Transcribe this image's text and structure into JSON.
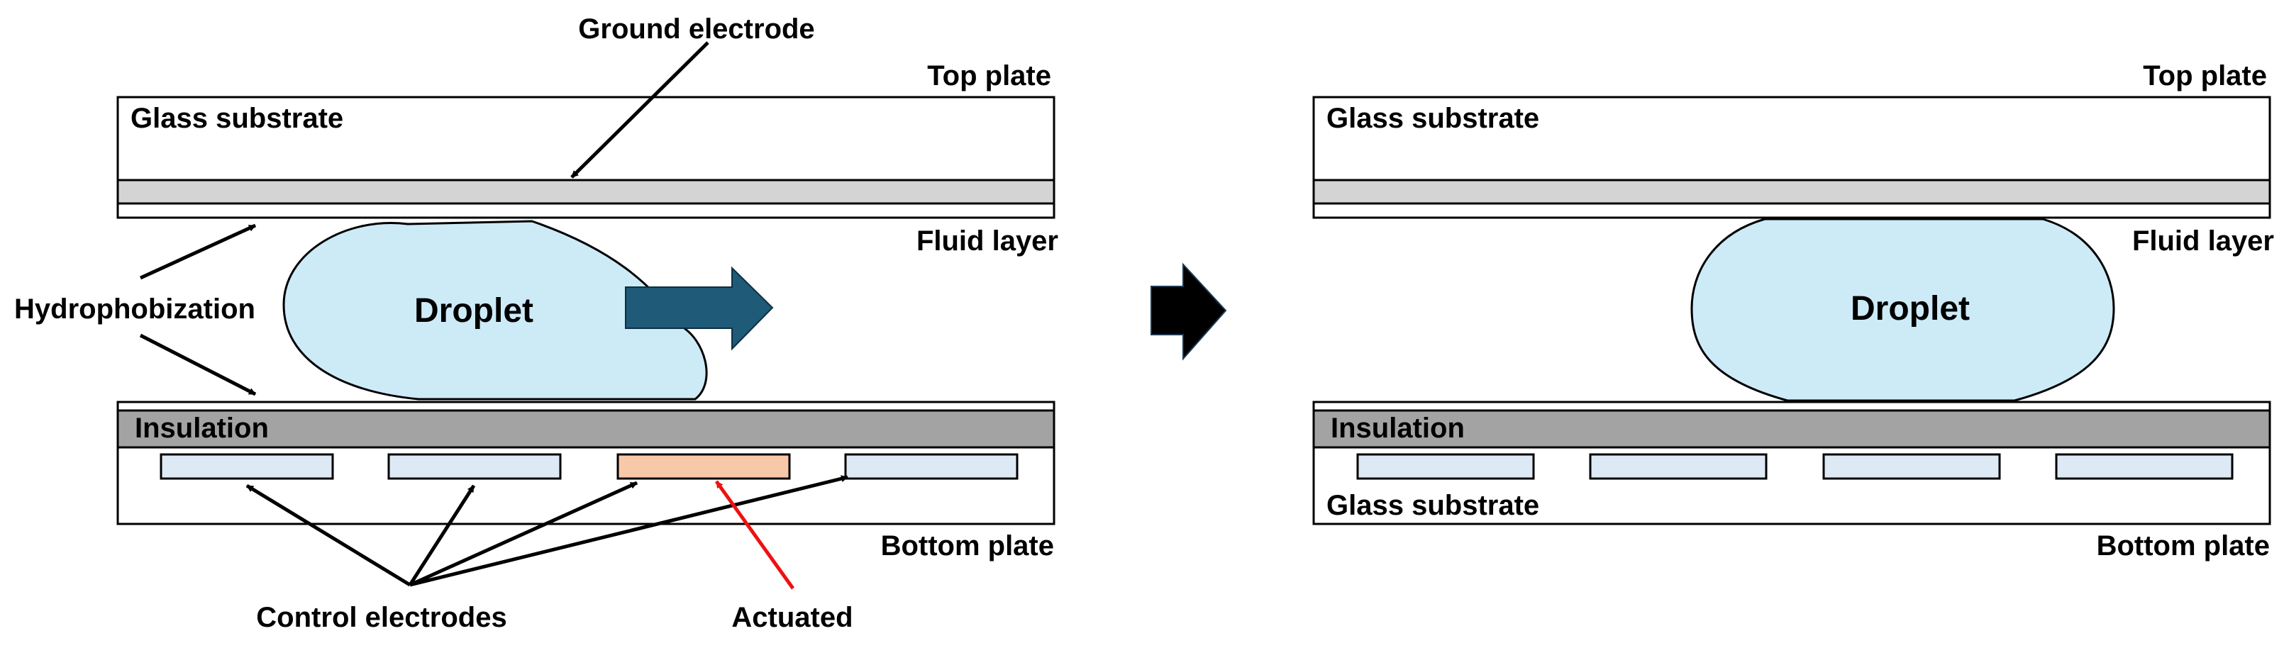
{
  "left_panel": {
    "ground_electrode": "Ground electrode",
    "top_plate": "Top plate",
    "glass_substrate": "Glass substrate",
    "fluid_layer": "Fluid layer",
    "hydrophobization": "Hydrophobization",
    "droplet": "Droplet",
    "insulation": "Insulation",
    "bottom_plate": "Bottom plate",
    "control_electrodes": "Control electrodes",
    "actuated": "Actuated"
  },
  "right_panel": {
    "top_plate": "Top plate",
    "glass_substrate_top": "Glass substrate",
    "fluid_layer": "Fluid layer",
    "droplet": "Droplet",
    "insulation": "Insulation",
    "glass_substrate_bottom": "Glass substrate",
    "bottom_plate": "Bottom plate"
  },
  "colors": {
    "glass": "#ffffff",
    "electrode_layer": "#d4d4d4",
    "insulation": "#a3a3a3",
    "droplet": "#cdeaf7",
    "electrode": "#dde9f4",
    "actuated_electrode": "#f8c9a8",
    "motion_arrow": "#1f5a78",
    "transition_arrow": "#000000",
    "actuated_pointer": "#ee1111"
  },
  "icons": {
    "motion": "droplet-motion-arrow-icon",
    "transition": "transition-arrow-icon"
  }
}
